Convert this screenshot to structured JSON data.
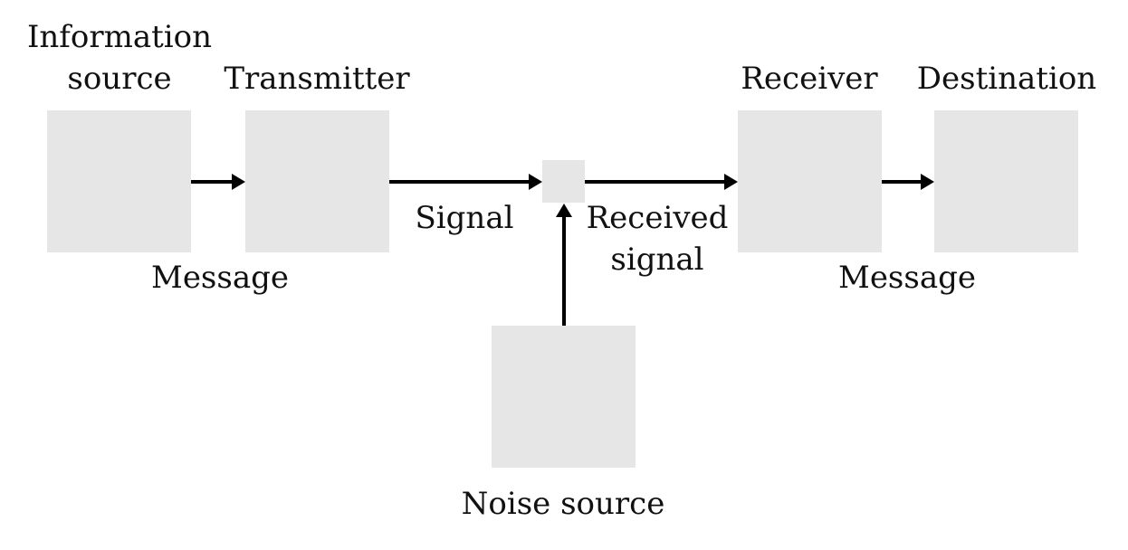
{
  "colors": {
    "block_fill": "#e6e6e6",
    "arrow": "#000000",
    "text": "#111111"
  },
  "diagram": {
    "information_source": {
      "label_line1": "Information",
      "label_line2": "source"
    },
    "transmitter": {
      "label": "Transmitter"
    },
    "receiver": {
      "label": "Receiver"
    },
    "destination": {
      "label": "Destination"
    },
    "noise_source": {
      "label": "Noise source"
    },
    "edges": {
      "message_in": "Message",
      "signal": "Signal",
      "received_signal_line1": "Received",
      "received_signal_line2": "signal",
      "message_out": "Message"
    }
  }
}
